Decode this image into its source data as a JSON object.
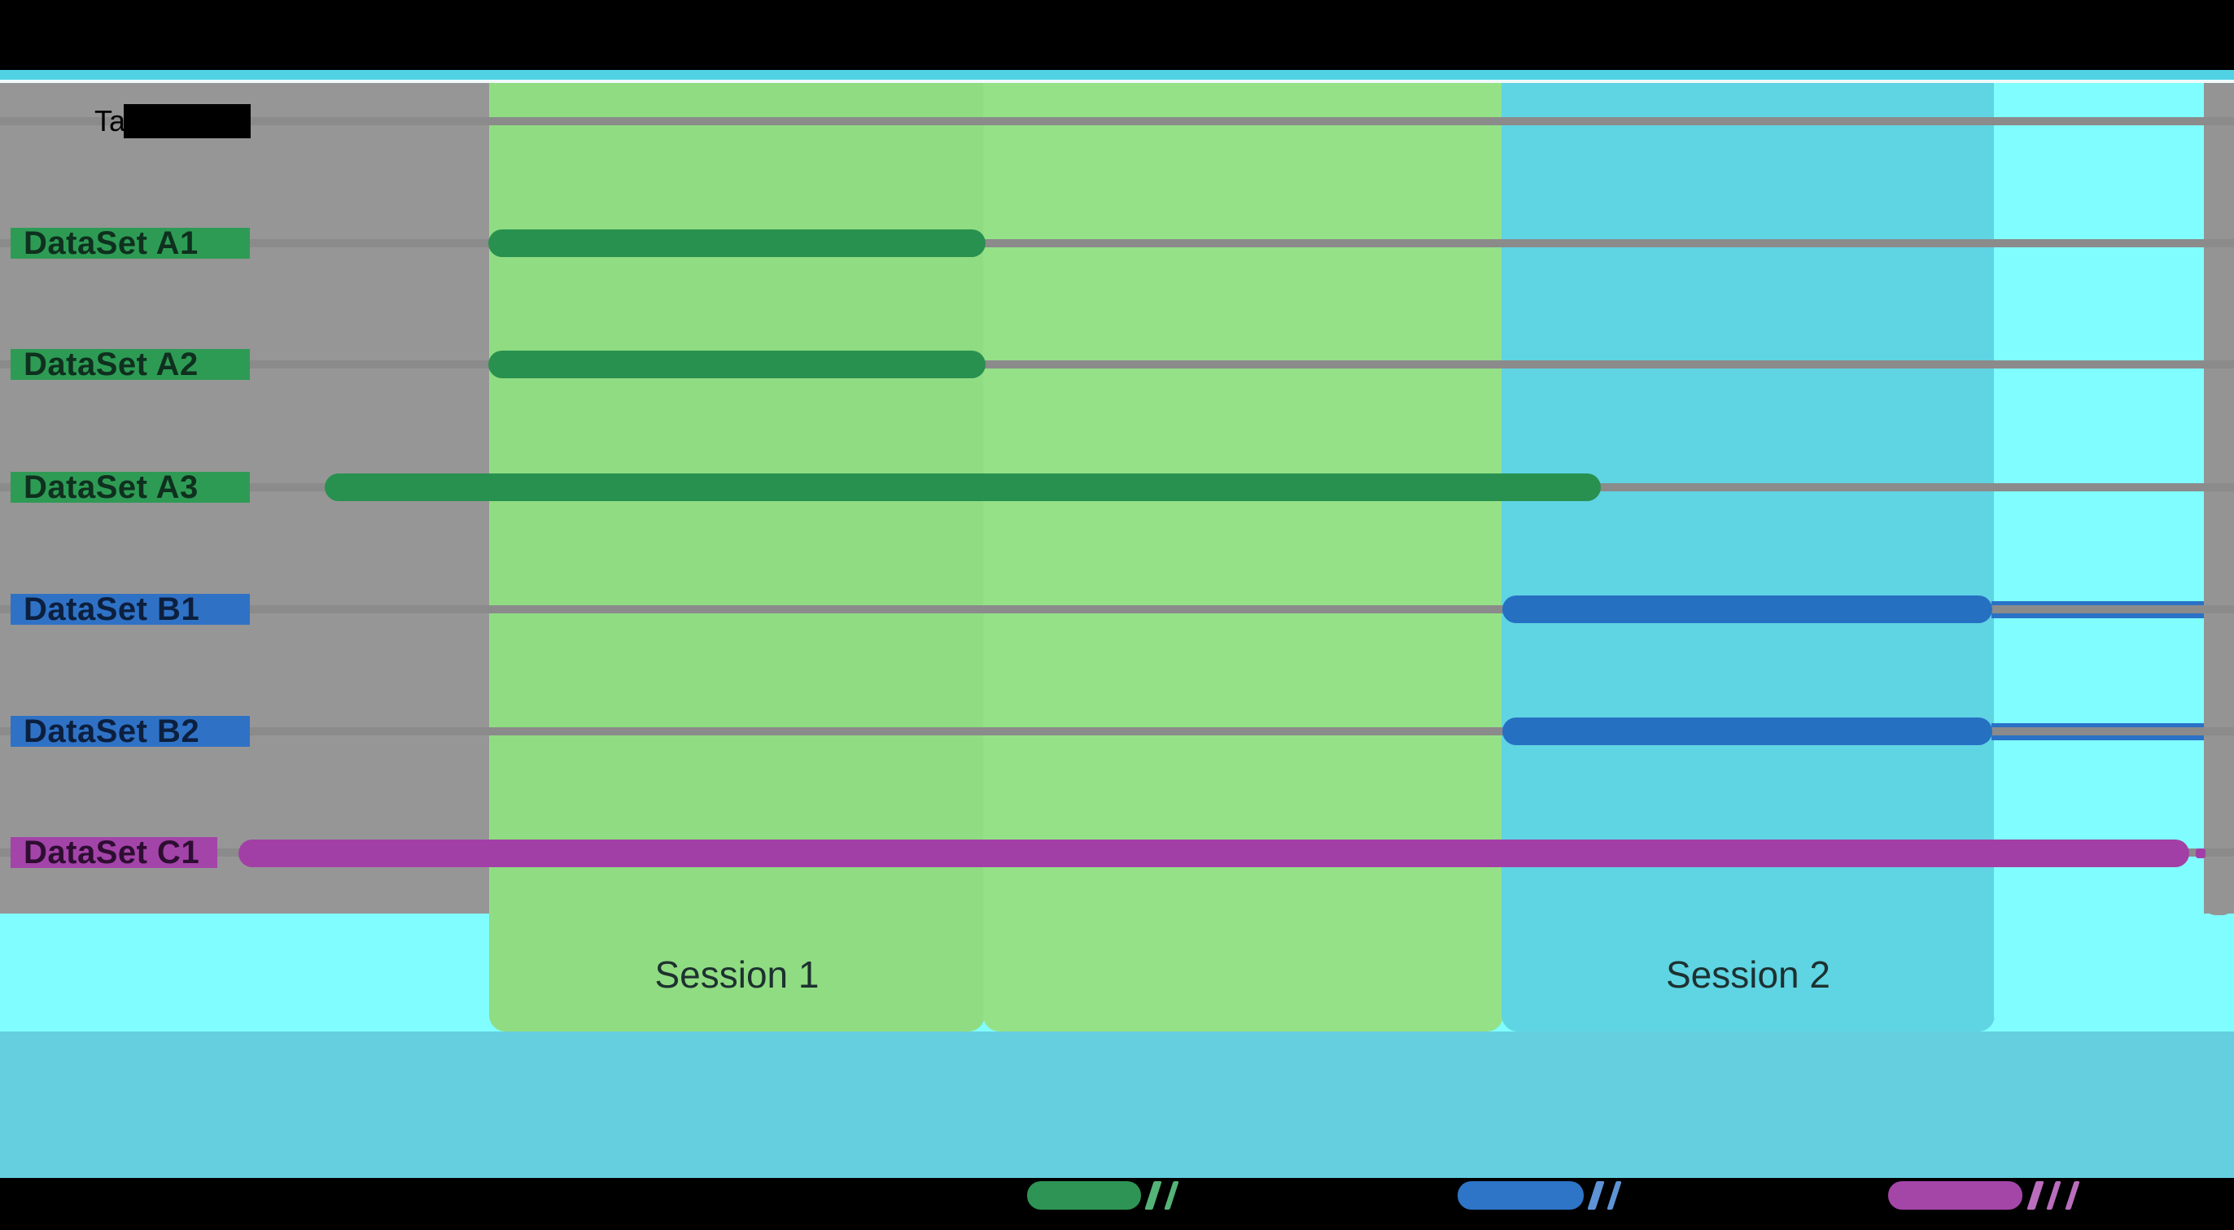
{
  "header": {
    "task_column_title": "Task"
  },
  "rows": [
    {
      "label": "DataSet A1",
      "group": "A",
      "color": "#28914F"
    },
    {
      "label": "DataSet A2",
      "group": "A",
      "color": "#28914F"
    },
    {
      "label": "DataSet A3",
      "group": "A",
      "color": "#28914F"
    },
    {
      "label": "DataSet B1",
      "group": "B",
      "color": "#2670C2"
    },
    {
      "label": "DataSet B2",
      "group": "B",
      "color": "#2670C2"
    },
    {
      "label": "DataSet C1",
      "group": "C",
      "color": "#A23FA6"
    }
  ],
  "sessions": [
    {
      "label": "Session 1",
      "panel_color": "#90DC82"
    },
    {
      "label": "Session 2",
      "panel_color": "#5FD4E3"
    }
  ],
  "legend": {
    "swatches": [
      {
        "name": "series-a-swatch",
        "color": "#2E9455",
        "label_redacted": true
      },
      {
        "name": "series-b-swatch",
        "color": "#2E74C7",
        "label_redacted": true
      },
      {
        "name": "series-c-swatch",
        "color": "#A445A8",
        "label_redacted": true
      }
    ]
  },
  "colors": {
    "plot_background": "#969696",
    "gridline": "#8B8B8B",
    "session1_panel": "#90DC82",
    "session2_panel": "#5FD4E3",
    "light_aqua_panel": "#80FDFF",
    "top_strip": "#50D1E4",
    "footer": "#65CFE0",
    "redaction": "#000000"
  },
  "chart_data": {
    "type": "bar",
    "subtype": "gantt-timeline",
    "orientation": "horizontal",
    "title": "",
    "x_axis_visible": false,
    "x_units": "percent-of-timeline",
    "xlim": [
      0,
      100
    ],
    "categories": [
      "DataSet A1",
      "DataSet A2",
      "DataSet A3",
      "DataSet B1",
      "DataSet B2",
      "DataSet C1"
    ],
    "series": [
      {
        "name": "DataSet A1",
        "start": 21.9,
        "end": 44.1,
        "color": "#28914F"
      },
      {
        "name": "DataSet A2",
        "start": 21.9,
        "end": 44.1,
        "color": "#28914F"
      },
      {
        "name": "DataSet A3",
        "start": 14.5,
        "end": 71.7,
        "color": "#28914F"
      },
      {
        "name": "DataSet B1",
        "start": 67.2,
        "end": 89.2,
        "thin_extension_end": 98.7,
        "color": "#2670C2"
      },
      {
        "name": "DataSet B2",
        "start": 67.2,
        "end": 89.2,
        "thin_extension_end": 98.7,
        "color": "#2670C2"
      },
      {
        "name": "DataSet C1",
        "start": 10.7,
        "end": 98.0,
        "color": "#A23FA6"
      }
    ],
    "spans": [
      {
        "label": "Session 1",
        "start": 21.9,
        "end": 44.0,
        "color": "#90DC82"
      },
      {
        "label": "",
        "start": 44.0,
        "end": 67.2,
        "color": "#95E187"
      },
      {
        "label": "Session 2",
        "start": 67.2,
        "end": 89.3,
        "color": "#5FD4E3"
      },
      {
        "label": "",
        "start": 89.3,
        "end": 98.6,
        "color": "#80FDFF"
      }
    ],
    "grid": true,
    "legend_position": "bottom",
    "notes": "top band, bottom band, task header, and legend labels are covered by black redaction boxes"
  }
}
